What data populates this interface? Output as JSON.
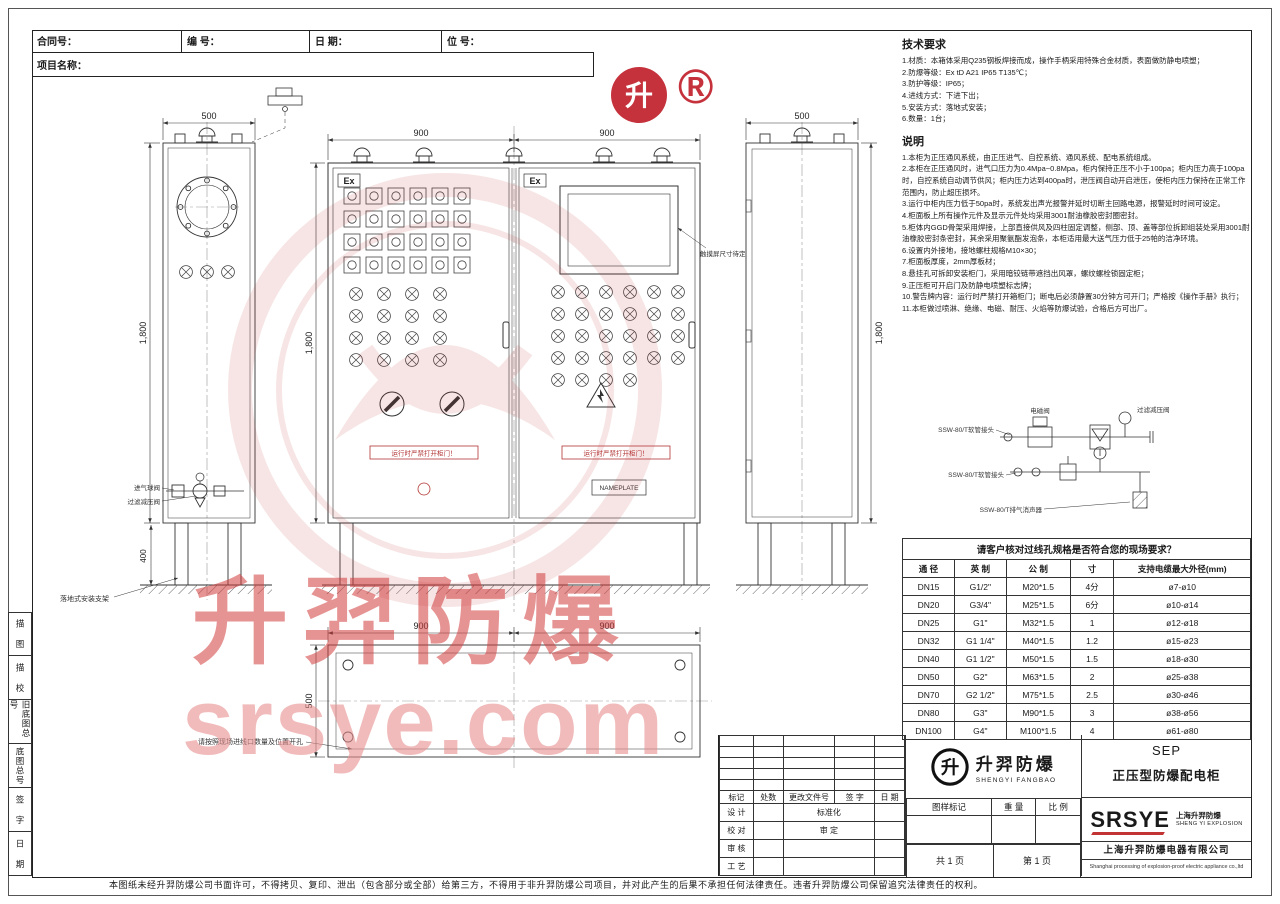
{
  "header": {
    "contract_label": "合同号：",
    "number_label": "编 号：",
    "date_label": "日 期：",
    "tag_label": "位 号：",
    "project_label": "项目名称："
  },
  "margin_labels": [
    "描 图",
    "描 校",
    "旧底图总号",
    "底图总号",
    "签 字",
    "日 期"
  ],
  "tech_requirements": {
    "title": "技术要求",
    "items": [
      "1.材质：本箱体采用Q235钢板焊接而成，操作手柄采用特殊合金材质，表面做防静电喷塑；",
      "2.防爆等级：Ex tD A21 IP65 T135℃；",
      "3.防护等级：IP65；",
      "4.进线方式：下进下出；",
      "5.安装方式：落地式安装；",
      "6.数量：1台；"
    ]
  },
  "notes": {
    "title": "说明",
    "items": [
      "1.本柜为正压通风系统，由正压进气、自控系统、通风系统、配电系统组成。",
      "2.本柜在正压通风时，进气口压力为0.4Mpa~0.8Mpa，柜内保持正压不小于100pa；柜内压力高于100pa时，自控系统自动调节供风；柜内压力达到400pa时，泄压阀自动开启泄压，使柜内压力保持在正常工作范围内，防止超压损坏。",
      "3.运行中柜内压力低于50pa时，系统发出声光报警并延时切断主回路电源，报警延时时间可设定。",
      "4.柜面板上所有操作元件及显示元件处均采用3001耐油橡胶密封圈密封。",
      "5.柜体内GGD骨架采用焊接，上部直接供风及四柱固定调整，侧部、顶、盖等部位拆卸组装处采用3001耐油橡胶密封条密封，其余采用聚氨酯发泡条，本柜适用最大送气压力低于25帕的洁净环境。",
      "6.设置内外接地，接地螺柱规格M10×30；",
      "7.柜面板厚度，2mm厚板材；",
      "8.悬挂孔可拆卸安装柜门，采用暗铰链带遮挡出风罩，螺纹螺栓锁固定柜；",
      "9.正压柜可开启门及防静电喷塑标志牌；",
      "10.警告牌内容：运行时严禁打开箱柜门；断电后必须静置30分钟方可开门；严格按《操作手册》执行；",
      "11.本柜做过喷淋、绝缘、电磁、耐压、火焰等防爆试验，合格后方可出厂。"
    ]
  },
  "spec_table": {
    "title": "请客户核对过线孔规格是否符合您的现场要求？",
    "headers": [
      "通 径",
      "英 制",
      "公 制",
      "寸",
      "支持电缆最大外径(mm)"
    ],
    "rows": [
      [
        "DN15",
        "G1/2\"",
        "M20*1.5",
        "4分",
        "ø7-ø10"
      ],
      [
        "DN20",
        "G3/4\"",
        "M25*1.5",
        "6分",
        "ø10-ø14"
      ],
      [
        "DN25",
        "G1\"",
        "M32*1.5",
        "1",
        "ø12-ø18"
      ],
      [
        "DN32",
        "G1 1/4\"",
        "M40*1.5",
        "1.2",
        "ø15-ø23"
      ],
      [
        "DN40",
        "G1 1/2\"",
        "M50*1.5",
        "1.5",
        "ø18-ø30"
      ],
      [
        "DN50",
        "G2\"",
        "M63*1.5",
        "2",
        "ø25-ø38"
      ],
      [
        "DN70",
        "G2 1/2\"",
        "M75*1.5",
        "2.5",
        "ø30-ø46"
      ],
      [
        "DN80",
        "G3\"",
        "M90*1.5",
        "3",
        "ø38-ø56"
      ],
      [
        "DN100",
        "G4\"",
        "M100*1.5",
        "4",
        "ø61-ø80"
      ]
    ]
  },
  "drawing": {
    "dims": {
      "w500": "500",
      "w900": "900",
      "h1800": "1,800",
      "h400": "400"
    },
    "labels": {
      "ex": "Ex",
      "screen_note": "触摸屏尺寸待定",
      "door_warning": "运行时严禁打开柜门！",
      "nameplate": "NAMEPLATE",
      "floor_bracket": "落地式安装支架",
      "cutout_note": "请按照现场进线口数量及位置开孔",
      "inlet_valve": "进气球阀",
      "filter_regulator": "过滤减压阀",
      "solenoid": "电磁阀",
      "hose_fitting_1": "SSW-80/T软管接头",
      "hose_fitting_2": "SSW-80/T软管接头",
      "muffler": "SSW-80/T排气消声器",
      "fr_label": "过滤减压阀"
    }
  },
  "title_block": {
    "rev_headers": [
      "标记",
      "处数",
      "更改文件号",
      "签 字",
      "日 期"
    ],
    "roles": [
      {
        "l": "设 计",
        "r": "标准化"
      },
      {
        "l": "校 对",
        "r": "审 定"
      },
      {
        "l": "审 核",
        "r": ""
      },
      {
        "l": "工 艺",
        "r": ""
      }
    ],
    "stamp_headers": [
      "图样标记",
      "重 量",
      "比 例"
    ],
    "pages_left": "共 1 页",
    "pages_right": "第 1 页",
    "brand_cn": "升羿防爆",
    "brand_en": "SHENGYI FANGBAO",
    "series": "SEP",
    "product": "正压型防爆配电柜",
    "logo_text": "SRSYE",
    "company_short_cn": "上海升羿防爆",
    "company_short_en": "SHENG YI EXPLOSION",
    "company_cn": "上海升羿防爆电器有限公司",
    "company_en": "Shanghai processing of explosion-proof electric appliance co.,ltd"
  },
  "watermark": {
    "text1": "升羿防爆",
    "text2": "srsye.com"
  },
  "logo": {
    "registered": "®",
    "glyph": "升"
  },
  "disclaimer": "本图纸未经升羿防爆公司书面许可，不得拷贝、复印、泄出（包含部分或全部）给第三方，不得用于非升羿防爆公司项目，并对此产生的后果不承担任何法律责任。违者升羿防爆公司保留追究法律责任的权利。"
}
